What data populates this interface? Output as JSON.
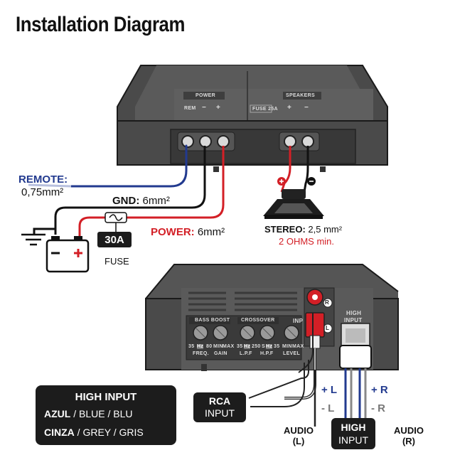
{
  "title": "Installation Diagram",
  "remote": {
    "label": "REMOTE:",
    "gauge": "0,75mm²"
  },
  "gnd": {
    "label": "GND:",
    "gauge": "6mm²"
  },
  "power": {
    "label": "POWER:",
    "gauge": "6mm²"
  },
  "fuse": {
    "rating": "30A",
    "label": "FUSE"
  },
  "stereo": {
    "label": "STEREO:",
    "gauge": "2,5 mm²",
    "note": "2 OHMS min."
  },
  "amp_top": {
    "power_label": "POWER",
    "rem": "REM",
    "minus": "−",
    "plus": "+",
    "fuse_label": "FUSE 25A",
    "speakers_label": "SPEAKERS",
    "spk_plus": "+",
    "spk_minus": "−"
  },
  "amp_bottom": {
    "bass_boost": "BASS BOOST",
    "crossover": "CROSSOVER",
    "freq": "FREQ.",
    "gain": "GAIN",
    "lpf": "L.P.F",
    "hpf": "H.P.F",
    "level": "LEVEL",
    "hz1": "35",
    "hz1b": "Hz",
    "hz2": "80",
    "min": "MIN",
    "max": "MAX",
    "hz3": "35",
    "hz4": "Hz",
    "hz5": "250",
    "hz6": "S",
    "hz7": "Hz",
    "hz8": "35",
    "inp": "INP",
    "r": "R",
    "l": "L",
    "high": "HIGH",
    "input": "INPUT"
  },
  "high_input_box": {
    "heading": "HIGH INPUT",
    "blue_bold": "AZUL",
    "blue_rest": " / BLUE / BLU",
    "grey_bold": "CINZA",
    "grey_rest": " / GREY / GRIS"
  },
  "rca_box": {
    "line1": "RCA",
    "line2": "INPUT"
  },
  "high_box": {
    "line1": "HIGH",
    "line2": "INPUT"
  },
  "signs": {
    "plus_l": "+ L",
    "minus_l": "- L",
    "plus_r": "+ R",
    "minus_r": "- R"
  },
  "audio_l": {
    "line1": "AUDIO",
    "line2": "(L)"
  },
  "audio_r": {
    "line1": "AUDIO",
    "line2": "(R)"
  },
  "colors": {
    "red": "#d31f26",
    "blue": "#223a8f",
    "amp": "#4a4a4a",
    "amp_dark": "#333333"
  }
}
